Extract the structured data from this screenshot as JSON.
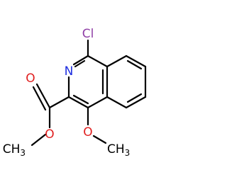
{
  "molecule": {
    "labels": {
      "chlorine": "Cl",
      "ring_nitrogen": "N",
      "carbonyl_oxygen": "O",
      "ester_oxygen": "O",
      "ester_methyl": "CH",
      "ester_methyl_sub": "3",
      "methoxy_oxygen": "O",
      "methoxy_methyl": "CH",
      "methoxy_methyl_sub": "3"
    },
    "colors": {
      "bond": "#000000",
      "chlorine": "#8f3fa6",
      "nitrogen": "#1f2fe0",
      "oxygen": "#e02020",
      "carbon": "#000000"
    }
  }
}
